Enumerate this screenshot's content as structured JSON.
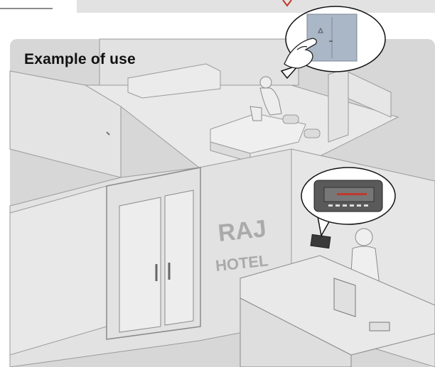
{
  "caption": "Example of use",
  "hotel_sign": {
    "line1": "RAJ",
    "line2": "HOTEL"
  },
  "colors": {
    "frame_fill": "#d6d6d6",
    "wall_fill": "#e6e6e6",
    "line": "#9a9a9a",
    "switch_plate": "#a9b7c6",
    "reception_panel": "#5a5a5a",
    "panel_led": "#c0392b",
    "arrow": "#c0392b",
    "sign_text": "#aaaaaa"
  },
  "icons": [
    "light-switch-icon",
    "pointing-hand-icon",
    "reception-control-panel-icon",
    "room-card-reader-icon",
    "arrow-icon"
  ]
}
